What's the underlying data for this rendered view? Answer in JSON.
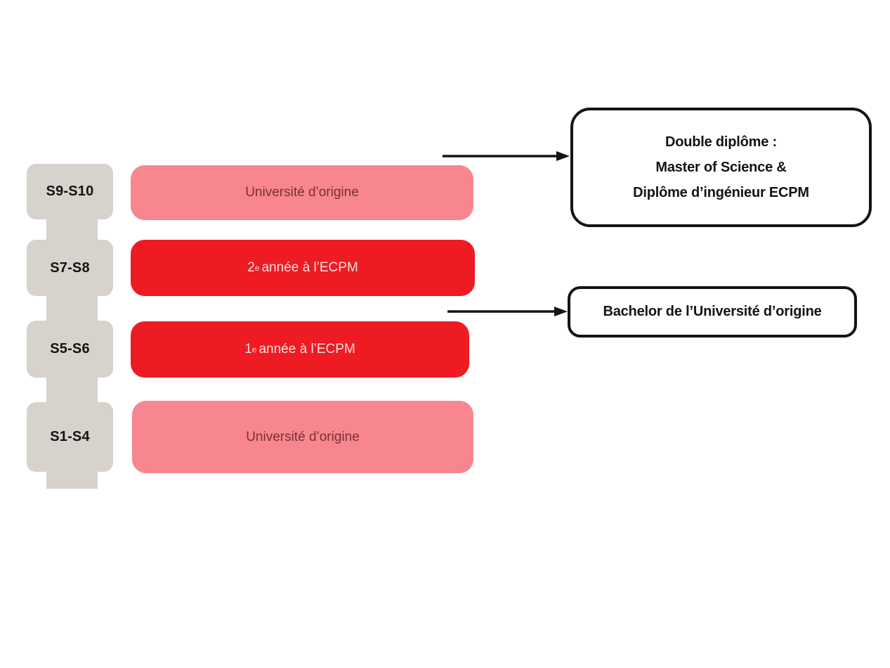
{
  "diagram": {
    "rows": [
      {
        "semester": "S9-S10",
        "bar_label": "Université d’origine",
        "bar_type": "origin"
      },
      {
        "semester": "S7-S8",
        "bar_num": "2",
        "bar_sup": "e",
        "bar_rest": " année à l’ECPM",
        "bar_type": "ecpm"
      },
      {
        "semester": "S5-S6",
        "bar_num": "1",
        "bar_sup": "e",
        "bar_rest": " année à l’ECPM",
        "bar_type": "ecpm"
      },
      {
        "semester": "S1-S4",
        "bar_label": "Université d’origine",
        "bar_type": "origin"
      }
    ],
    "callouts": [
      {
        "lines": [
          "Double diplôme :",
          "Master of Science &",
          "Diplôme d’ingénieur ECPM"
        ]
      },
      {
        "lines": [
          "Bachelor de l’Université d’origine"
        ]
      }
    ],
    "colors": {
      "bar_origin": "#F8868E",
      "bar_origin_text": "#7A2E36",
      "bar_ecpm": "#EE1B23",
      "bar_ecpm_text": "#FFDEDE",
      "semester_tab": "#D7D2CC",
      "callout_border": "#141414",
      "arrow": "#141414",
      "background": "#FFFFFF"
    }
  }
}
